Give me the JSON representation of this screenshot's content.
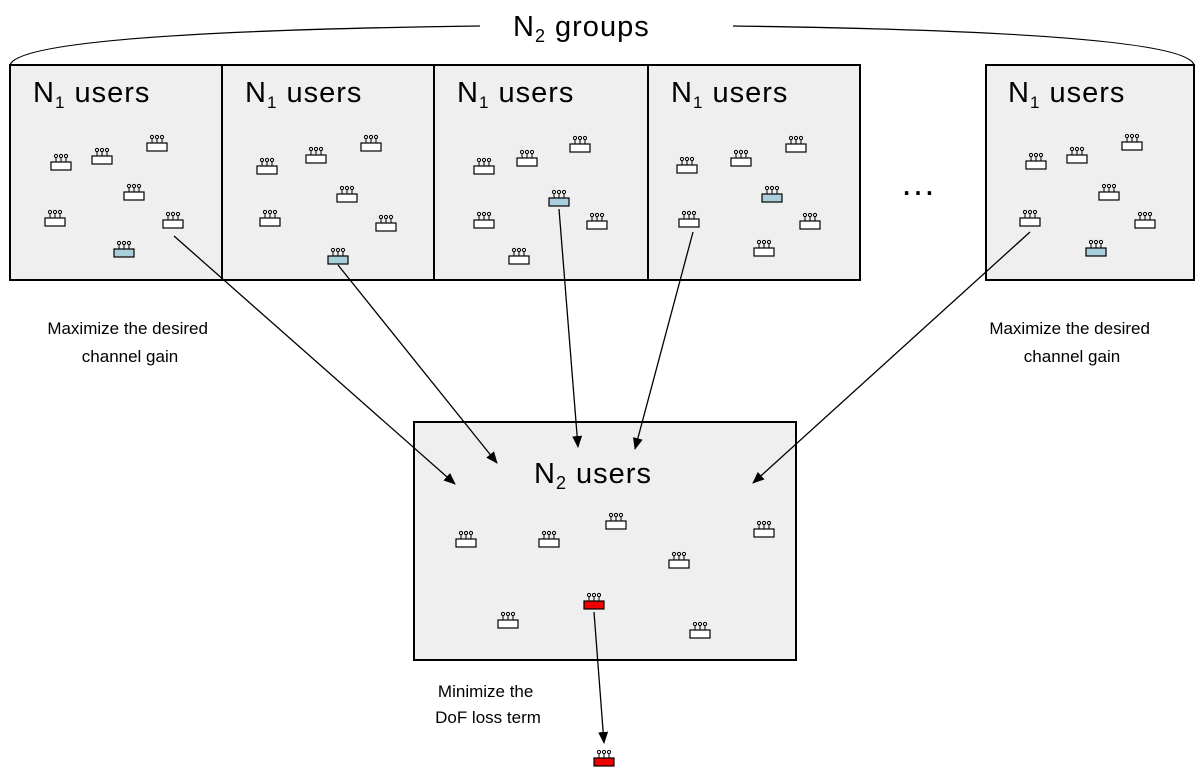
{
  "title": {
    "base": "N",
    "sub": "2",
    "rest": " groups"
  },
  "group_label": {
    "base": "N",
    "sub": "1",
    "rest": " users"
  },
  "groups": [
    {
      "highlight": 6
    },
    {
      "highlight": 6
    },
    {
      "highlight": 3
    },
    {
      "highlight": 3
    },
    {
      "highlight": 6
    }
  ],
  "ellipsis": "…",
  "left_note": [
    "Maximize the desired",
    "channel gain"
  ],
  "right_note": [
    "Maximize the desired",
    "channel gain"
  ],
  "center_label": {
    "base": "N",
    "sub": "2",
    "rest": " users"
  },
  "bottom_note": [
    "Minimize the",
    "DoF loss term"
  ],
  "colors": {
    "box_fill": "#efefef",
    "selected_user": "#a9cfdc",
    "final_user": "#ee0000",
    "user": "#ffffff"
  }
}
